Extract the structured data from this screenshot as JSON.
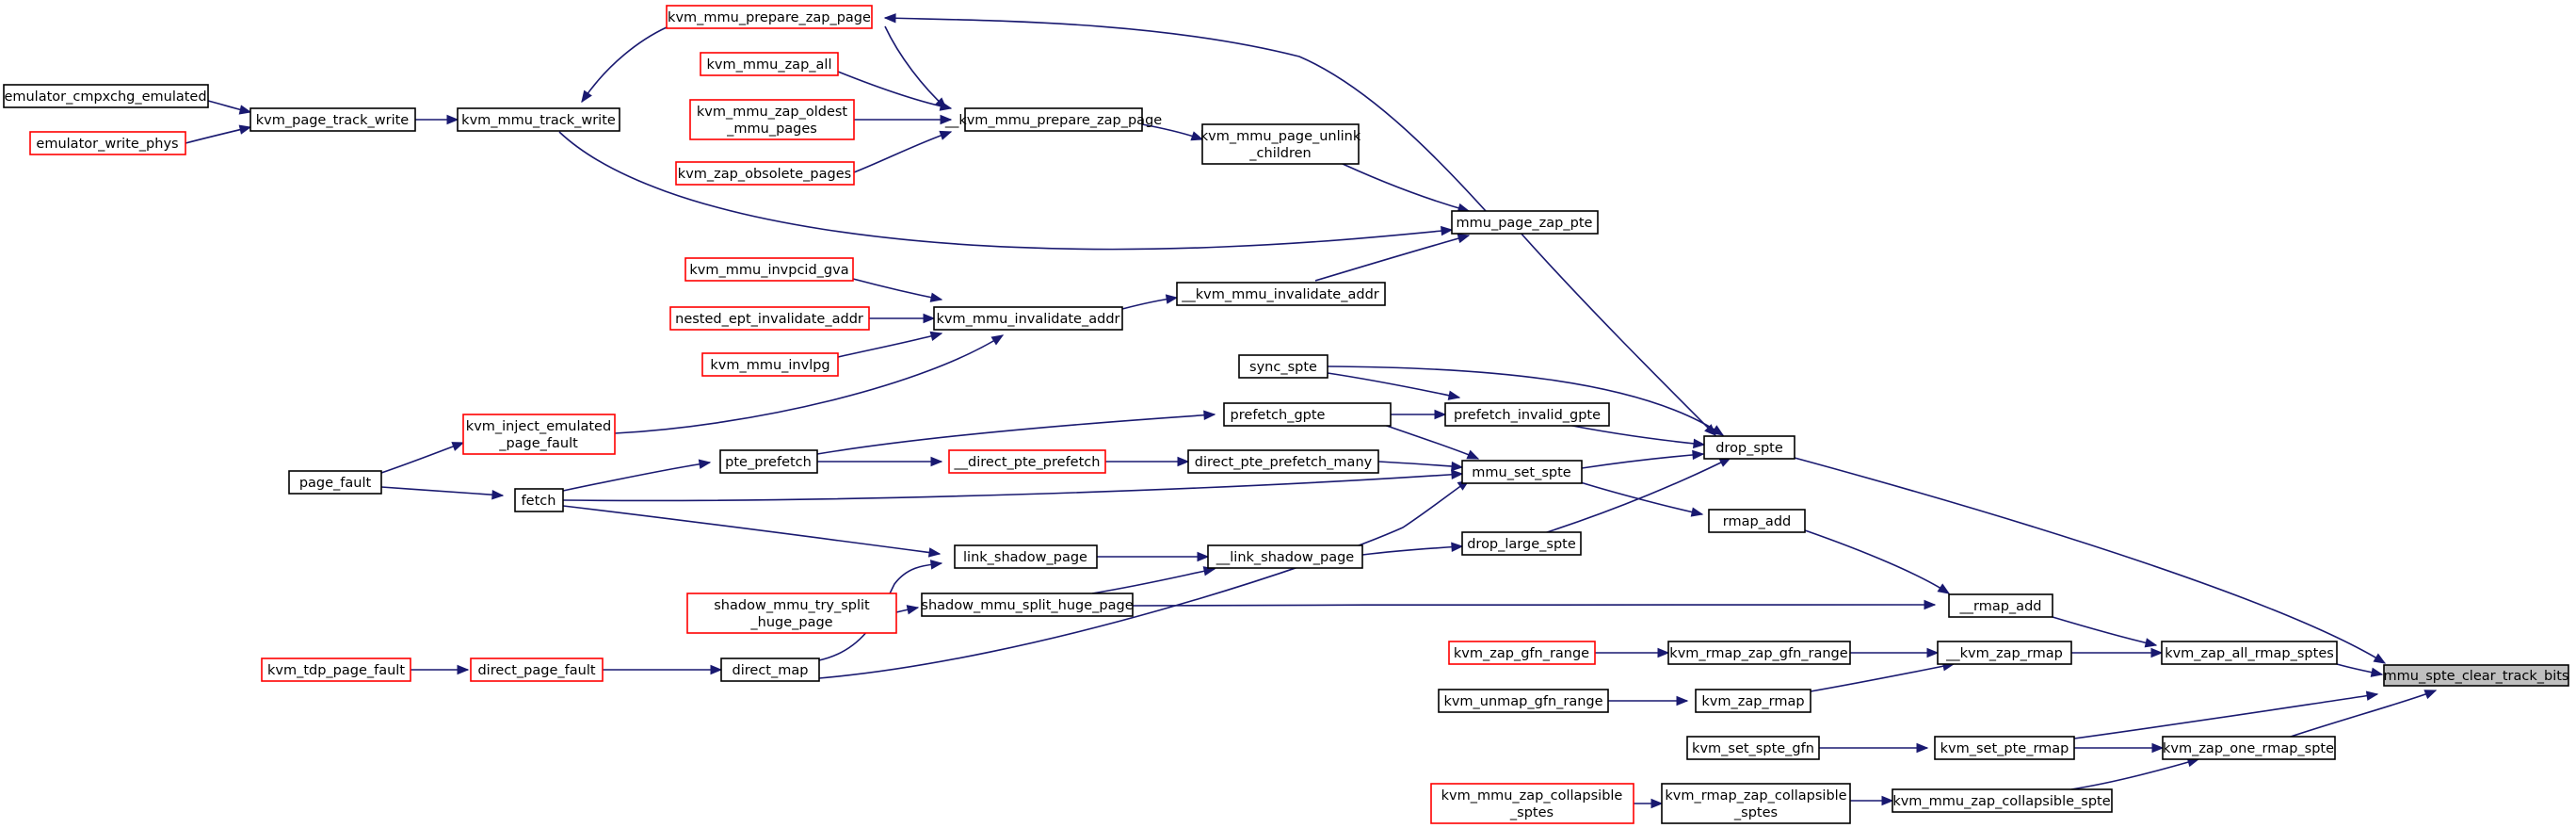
{
  "nodes": [
    {
      "id": "n_root",
      "lines": [
        "mmu_spte_clear_track_bits"
      ],
      "style": "root"
    },
    {
      "id": "n_drop_spte",
      "lines": [
        "drop_spte"
      ],
      "style": "black"
    },
    {
      "id": "n_mmu_page_zap_pte",
      "lines": [
        "mmu_page_zap_pte"
      ],
      "style": "black"
    },
    {
      "id": "n_kvm_mmu_prepare_zap_page",
      "lines": [
        "kvm_mmu_prepare_zap_page"
      ],
      "style": "red"
    },
    {
      "id": "n___kvm_mmu_prepare_zap_page",
      "lines": [
        "__kvm_mmu_prepare_zap_page"
      ],
      "style": "black"
    },
    {
      "id": "n_kvm_mmu_zap_all",
      "lines": [
        "kvm_mmu_zap_all"
      ],
      "style": "red"
    },
    {
      "id": "n_kvm_mmu_zap_oldest",
      "lines": [
        "kvm_mmu_zap_oldest",
        "_mmu_pages"
      ],
      "style": "red"
    },
    {
      "id": "n_kvm_zap_obsolete_pages",
      "lines": [
        "kvm_zap_obsolete_pages"
      ],
      "style": "red"
    },
    {
      "id": "n_kvm_mmu_track_write",
      "lines": [
        "kvm_mmu_track_write"
      ],
      "style": "black"
    },
    {
      "id": "n_kvm_page_track_write",
      "lines": [
        "kvm_page_track_write"
      ],
      "style": "black"
    },
    {
      "id": "n_emulator_cmpxchg_emulated",
      "lines": [
        "emulator_cmpxchg_emulated"
      ],
      "style": "black"
    },
    {
      "id": "n_emulator_write_phys",
      "lines": [
        "emulator_write_phys"
      ],
      "style": "red"
    },
    {
      "id": "n_kvm_mmu_page_unlink_children",
      "lines": [
        "kvm_mmu_page_unlink",
        "_children"
      ],
      "style": "black"
    },
    {
      "id": "n___kvm_mmu_invalidate_addr",
      "lines": [
        "__kvm_mmu_invalidate_addr"
      ],
      "style": "black"
    },
    {
      "id": "n_kvm_mmu_invalidate_addr",
      "lines": [
        "kvm_mmu_invalidate_addr"
      ],
      "style": "black"
    },
    {
      "id": "n_kvm_mmu_invpcid_gva",
      "lines": [
        "kvm_mmu_invpcid_gva"
      ],
      "style": "red"
    },
    {
      "id": "n_nested_ept_invalidate_addr",
      "lines": [
        "nested_ept_invalidate_addr"
      ],
      "style": "red"
    },
    {
      "id": "n_kvm_mmu_invlpg",
      "lines": [
        "kvm_mmu_invlpg"
      ],
      "style": "red"
    },
    {
      "id": "n_kvm_inject_emulated_page_fault",
      "lines": [
        "kvm_inject_emulated",
        "_page_fault"
      ],
      "style": "red"
    },
    {
      "id": "n_sync_spte",
      "lines": [
        "sync_spte"
      ],
      "style": "black"
    },
    {
      "id": "n_prefetch_invalid_gpte",
      "lines": [
        "prefetch_invalid_gpte"
      ],
      "style": "black"
    },
    {
      "id": "n_prefetch_gpte",
      "lines": [
        "prefetch_gpte"
      ],
      "style": "black"
    },
    {
      "id": "n_mmu_set_spte",
      "lines": [
        "mmu_set_spte"
      ],
      "style": "black"
    },
    {
      "id": "n_direct_pte_prefetch_many",
      "lines": [
        "direct_pte_prefetch_many"
      ],
      "style": "black"
    },
    {
      "id": "n___direct_pte_prefetch",
      "lines": [
        "__direct_pte_prefetch"
      ],
      "style": "red"
    },
    {
      "id": "n_pte_prefetch",
      "lines": [
        "pte_prefetch"
      ],
      "style": "black"
    },
    {
      "id": "n_fetch",
      "lines": [
        "fetch"
      ],
      "style": "black"
    },
    {
      "id": "n_page_fault",
      "lines": [
        "page_fault"
      ],
      "style": "black"
    },
    {
      "id": "n_drop_large_spte",
      "lines": [
        "drop_large_spte"
      ],
      "style": "black"
    },
    {
      "id": "n___link_shadow_page",
      "lines": [
        "__link_shadow_page"
      ],
      "style": "black"
    },
    {
      "id": "n_link_shadow_page",
      "lines": [
        "link_shadow_page"
      ],
      "style": "black"
    },
    {
      "id": "n_shadow_mmu_split_huge_page",
      "lines": [
        "shadow_mmu_split_huge_page"
      ],
      "style": "black"
    },
    {
      "id": "n_shadow_mmu_try_split_huge_page",
      "lines": [
        "shadow_mmu_try_split",
        "_huge_page"
      ],
      "style": "red"
    },
    {
      "id": "n_direct_map",
      "lines": [
        "direct_map"
      ],
      "style": "black"
    },
    {
      "id": "n_direct_page_fault",
      "lines": [
        "direct_page_fault"
      ],
      "style": "red"
    },
    {
      "id": "n_kvm_tdp_page_fault",
      "lines": [
        "kvm_tdp_page_fault"
      ],
      "style": "red"
    },
    {
      "id": "n_rmap_add",
      "lines": [
        "rmap_add"
      ],
      "style": "black"
    },
    {
      "id": "n___rmap_add",
      "lines": [
        "__rmap_add"
      ],
      "style": "black"
    },
    {
      "id": "n_kvm_zap_all_rmap_sptes",
      "lines": [
        "kvm_zap_all_rmap_sptes"
      ],
      "style": "black"
    },
    {
      "id": "n___kvm_zap_rmap",
      "lines": [
        "__kvm_zap_rmap"
      ],
      "style": "black"
    },
    {
      "id": "n_kvm_rmap_zap_gfn_range",
      "lines": [
        "kvm_rmap_zap_gfn_range"
      ],
      "style": "black"
    },
    {
      "id": "n_kvm_zap_gfn_range",
      "lines": [
        "kvm_zap_gfn_range"
      ],
      "style": "red"
    },
    {
      "id": "n_kvm_zap_rmap",
      "lines": [
        "kvm_zap_rmap"
      ],
      "style": "black"
    },
    {
      "id": "n_kvm_unmap_gfn_range",
      "lines": [
        "kvm_unmap_gfn_range"
      ],
      "style": "black"
    },
    {
      "id": "n_kvm_set_pte_rmap",
      "lines": [
        "kvm_set_pte_rmap"
      ],
      "style": "black"
    },
    {
      "id": "n_kvm_set_spte_gfn",
      "lines": [
        "kvm_set_spte_gfn"
      ],
      "style": "black"
    },
    {
      "id": "n_kvm_zap_one_rmap_spte",
      "lines": [
        "kvm_zap_one_rmap_spte"
      ],
      "style": "black"
    },
    {
      "id": "n_kvm_mmu_zap_collapsible_spte",
      "lines": [
        "kvm_mmu_zap_collapsible_spte"
      ],
      "style": "black"
    },
    {
      "id": "n_kvm_rmap_zap_collapsible_sptes",
      "lines": [
        "kvm_rmap_zap_collapsible",
        "_sptes"
      ],
      "style": "black"
    },
    {
      "id": "n_kvm_mmu_zap_collapsible_sptes",
      "lines": [
        "kvm_mmu_zap_collapsible",
        "_sptes"
      ],
      "style": "red"
    }
  ],
  "edges": [
    {
      "id": "e_drop_spte__root",
      "from": "drop_spte",
      "to": "mmu_spte_clear_track_bits"
    },
    {
      "id": "e_mmu_page_zap_pte__drop_spte",
      "from": "mmu_page_zap_pte",
      "to": "drop_spte"
    },
    {
      "id": "e_mmu_page_zap_pte__kvm_mmu_prepare_zap_page",
      "from": "mmu_page_zap_pte",
      "to": "kvm_mmu_prepare_zap_page"
    },
    {
      "id": "e_kvm_mmu_prepare_zap_page__kvm_mmu_track_write",
      "from": "kvm_mmu_prepare_zap_page",
      "to": "kvm_mmu_track_write"
    },
    {
      "id": "e_kvm_mmu_prepare_zap_page__pzp",
      "from": "kvm_mmu_prepare_zap_page",
      "to": "__kvm_mmu_prepare_zap_page"
    },
    {
      "id": "e_zap_all__pzp",
      "from": "kvm_mmu_zap_all",
      "to": "__kvm_mmu_prepare_zap_page"
    },
    {
      "id": "e_zap_oldest__pzp",
      "from": "kvm_mmu_zap_oldest_mmu_pages",
      "to": "__kvm_mmu_prepare_zap_page"
    },
    {
      "id": "e_zap_obsolete__pzp",
      "from": "kvm_zap_obsolete_pages",
      "to": "__kvm_mmu_prepare_zap_page"
    },
    {
      "id": "e_pzp__unlink",
      "from": "__kvm_mmu_prepare_zap_page",
      "to": "kvm_mmu_page_unlink_children"
    },
    {
      "id": "e_unlink__zap_pte",
      "from": "kvm_mmu_page_unlink_children",
      "to": "mmu_page_zap_pte"
    },
    {
      "id": "e_track_write__zap_pte",
      "from": "kvm_mmu_track_write",
      "to": "mmu_page_zap_pte"
    },
    {
      "id": "e_page_track_write__track_write",
      "from": "kvm_page_track_write",
      "to": "kvm_mmu_track_write"
    },
    {
      "id": "e_cmpxchg__page_track_write",
      "from": "emulator_cmpxchg_emulated",
      "to": "kvm_page_track_write"
    },
    {
      "id": "e_write_phys__page_track_write",
      "from": "emulator_write_phys",
      "to": "kvm_page_track_write"
    },
    {
      "id": "e_inv_addr__zap_pte",
      "from": "__kvm_mmu_invalidate_addr",
      "to": "mmu_page_zap_pte"
    },
    {
      "id": "e_invalidate_addr__inv_addr",
      "from": "kvm_mmu_invalidate_addr",
      "to": "__kvm_mmu_invalidate_addr"
    },
    {
      "id": "e_invpcid__invalidate_addr",
      "from": "kvm_mmu_invpcid_gva",
      "to": "kvm_mmu_invalidate_addr"
    },
    {
      "id": "e_nested_ept__invalidate_addr",
      "from": "nested_ept_invalidate_addr",
      "to": "kvm_mmu_invalidate_addr"
    },
    {
      "id": "e_invlpg__invalidate_addr",
      "from": "kvm_mmu_invlpg",
      "to": "kvm_mmu_invalidate_addr"
    },
    {
      "id": "e_inject__invalidate_addr",
      "from": "kvm_inject_emulated_page_fault",
      "to": "kvm_mmu_invalidate_addr"
    },
    {
      "id": "e_page_fault__inject",
      "from": "page_fault",
      "to": "kvm_inject_emulated_page_fault"
    },
    {
      "id": "e_sync_spte__drop_spte",
      "from": "sync_spte",
      "to": "drop_spte"
    },
    {
      "id": "e_sync_spte__prefetch_invalid_gpte",
      "from": "sync_spte",
      "to": "prefetch_invalid_gpte"
    },
    {
      "id": "e_prefetch_invalid_gpte__drop_spte",
      "from": "prefetch_invalid_gpte",
      "to": "drop_spte"
    },
    {
      "id": "e_prefetch_gpte__prefetch_invalid_gpte",
      "from": "prefetch_gpte",
      "to": "prefetch_invalid_gpte"
    },
    {
      "id": "e_prefetch_gpte__mmu_set_spte",
      "from": "prefetch_gpte",
      "to": "mmu_set_spte"
    },
    {
      "id": "e_pte_prefetch__prefetch_gpte",
      "from": "pte_prefetch",
      "to": "prefetch_gpte"
    },
    {
      "id": "e_mmu_set_spte__drop_spte",
      "from": "mmu_set_spte",
      "to": "drop_spte"
    },
    {
      "id": "e_mmu_set_spte__rmap_add",
      "from": "mmu_set_spte",
      "to": "rmap_add"
    },
    {
      "id": "e_direct_pte_prefetch_many__mmu_set_spte",
      "from": "direct_pte_prefetch_many",
      "to": "mmu_set_spte"
    },
    {
      "id": "e_direct_pte_prefetch__many",
      "from": "__direct_pte_prefetch",
      "to": "direct_pte_prefetch_many"
    },
    {
      "id": "e_pte_prefetch__direct_pte_prefetch",
      "from": "pte_prefetch",
      "to": "__direct_pte_prefetch"
    },
    {
      "id": "e_fetch__pte_prefetch",
      "from": "fetch",
      "to": "pte_prefetch"
    },
    {
      "id": "e_fetch__mmu_set_spte",
      "from": "fetch",
      "to": "mmu_set_spte"
    },
    {
      "id": "e_page_fault__fetch",
      "from": "page_fault",
      "to": "fetch"
    },
    {
      "id": "e_fetch__link_shadow_page",
      "from": "fetch",
      "to": "link_shadow_page"
    },
    {
      "id": "e_drop_large_spte__drop_spte",
      "from": "drop_large_spte",
      "to": "drop_spte"
    },
    {
      "id": "e_link_shadow__drop_large_spte",
      "from": "__link_shadow_page",
      "to": "drop_large_spte"
    },
    {
      "id": "e_link_shadow_page__link_shadow",
      "from": "link_shadow_page",
      "to": "__link_shadow_page"
    },
    {
      "id": "e_split_huge__link_shadow",
      "from": "shadow_mmu_split_huge_page",
      "to": "__link_shadow_page"
    },
    {
      "id": "e_try_split__split_huge",
      "from": "shadow_mmu_try_split_huge_page",
      "to": "shadow_mmu_split_huge_page"
    },
    {
      "id": "e_split_huge__rmap_add",
      "from": "shadow_mmu_split_huge_page",
      "to": "__rmap_add"
    },
    {
      "id": "e_direct_map__link_shadow_page",
      "from": "direct_map",
      "to": "link_shadow_page"
    },
    {
      "id": "e_direct_map__mmu_set_spte",
      "from": "direct_map",
      "to": "mmu_set_spte"
    },
    {
      "id": "e_direct_page_fault__direct_map",
      "from": "direct_page_fault",
      "to": "direct_map"
    },
    {
      "id": "e_tdp__direct_page_fault",
      "from": "kvm_tdp_page_fault",
      "to": "direct_page_fault"
    },
    {
      "id": "e_rmap_add__rmap_add",
      "from": "rmap_add",
      "to": "__rmap_add"
    },
    {
      "id": "e_rmap_add__zap_all_rmap",
      "from": "__rmap_add",
      "to": "kvm_zap_all_rmap_sptes"
    },
    {
      "id": "e_zap_all_rmap__root",
      "from": "kvm_zap_all_rmap_sptes",
      "to": "mmu_spte_clear_track_bits"
    },
    {
      "id": "e_kvm_zap_rmap__zap_all_rmap",
      "from": "__kvm_zap_rmap",
      "to": "kvm_zap_all_rmap_sptes"
    },
    {
      "id": "e_rmap_zap_gfn__kvm_zap_rmap",
      "from": "kvm_rmap_zap_gfn_range",
      "to": "__kvm_zap_rmap"
    },
    {
      "id": "e_zap_gfn__rmap_zap_gfn",
      "from": "kvm_zap_gfn_range",
      "to": "kvm_rmap_zap_gfn_range"
    },
    {
      "id": "e_zap_rmap__kvm_zap_rmap",
      "from": "kvm_zap_rmap",
      "to": "__kvm_zap_rmap"
    },
    {
      "id": "e_unmap__zap_rmap",
      "from": "kvm_unmap_gfn_range",
      "to": "kvm_zap_rmap"
    },
    {
      "id": "e_set_pte_rmap__root",
      "from": "kvm_set_pte_rmap",
      "to": "mmu_spte_clear_track_bits"
    },
    {
      "id": "e_set_pte_rmap__zap_one",
      "from": "kvm_set_pte_rmap",
      "to": "kvm_zap_one_rmap_spte"
    },
    {
      "id": "e_set_spte_gfn__set_pte_rmap",
      "from": "kvm_set_spte_gfn",
      "to": "kvm_set_pte_rmap"
    },
    {
      "id": "e_zap_one__root",
      "from": "kvm_zap_one_rmap_spte",
      "to": "mmu_spte_clear_track_bits"
    },
    {
      "id": "e_zap_collapsible_spte__zap_one",
      "from": "kvm_mmu_zap_collapsible_spte",
      "to": "kvm_zap_one_rmap_spte"
    },
    {
      "id": "e_rmap_zap_collapsible__zap_collapsible_spte",
      "from": "kvm_rmap_zap_collapsible_sptes",
      "to": "kvm_mmu_zap_collapsible_spte"
    },
    {
      "id": "e_mmu_zap_collapsible__rmap_zap_collapsible",
      "from": "kvm_mmu_zap_collapsible_sptes",
      "to": "kvm_rmap_zap_collapsible_sptes"
    }
  ]
}
